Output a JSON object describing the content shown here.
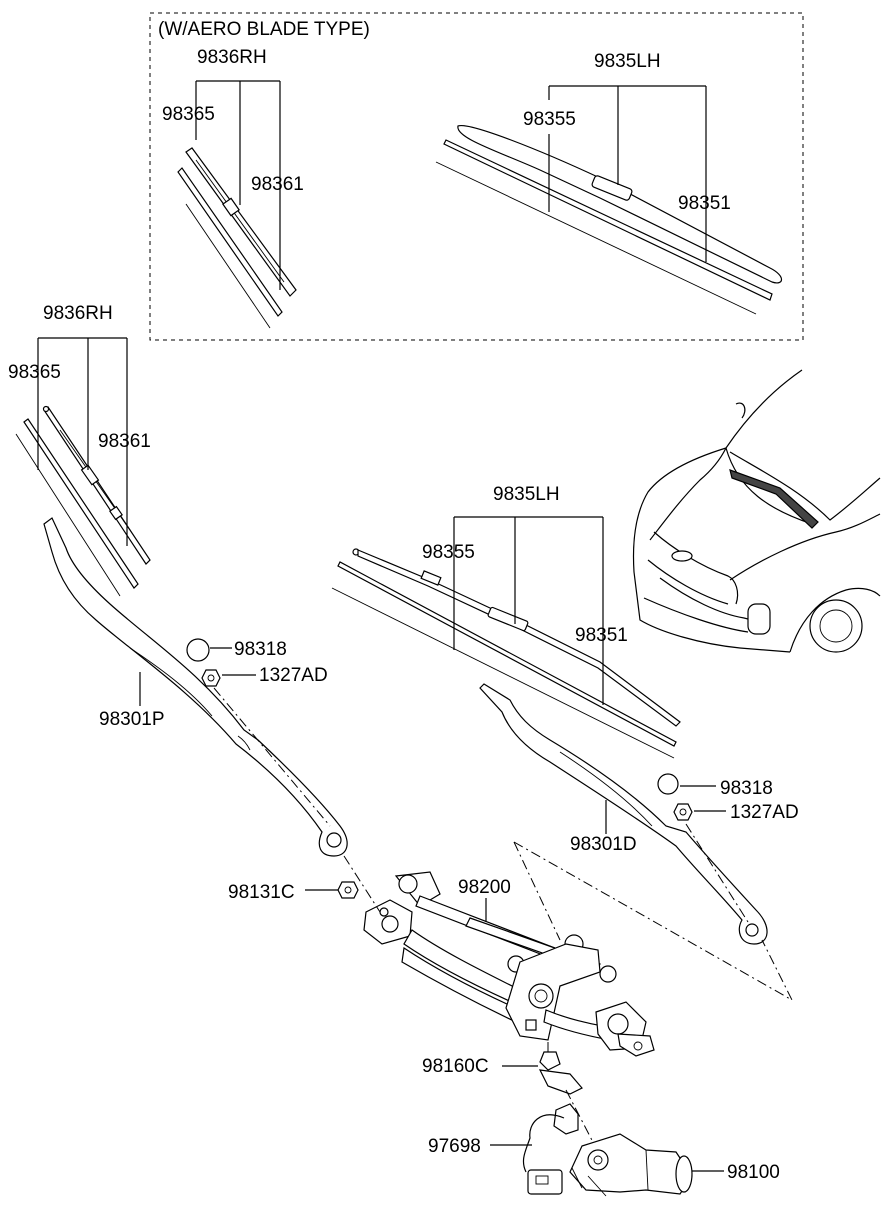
{
  "aero_box": {
    "title": "(W/AERO BLADE TYPE)",
    "rh_assembly": "9836RH",
    "rh_refill": "98365",
    "rh_blade": "98361",
    "lh_assembly": "9835LH",
    "lh_refill": "98355",
    "lh_blade": "98351"
  },
  "standard": {
    "rh_assembly": "9836RH",
    "rh_refill": "98365",
    "rh_blade": "98361",
    "lh_assembly": "9835LH",
    "lh_refill": "98355",
    "lh_blade": "98351"
  },
  "arms": {
    "rh_cap": "98318",
    "rh_nut": "1327AD",
    "rh_arm": "98301P",
    "lh_cap": "98318",
    "lh_nut": "1327AD",
    "lh_arm": "98301D"
  },
  "linkage": {
    "pivot_nut": "98131C",
    "linkage_assembly": "98200",
    "crank_nut": "98160C",
    "connector": "97698",
    "motor": "98100"
  }
}
